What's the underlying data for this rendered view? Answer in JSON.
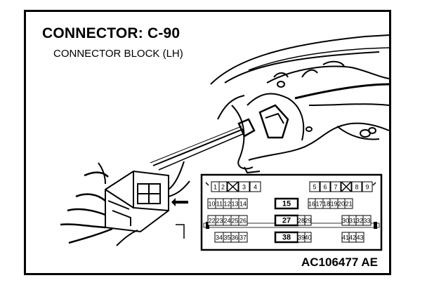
{
  "diagram": {
    "title": "CONNECTOR: C-90",
    "subtitle": "CONNECTOR BLOCK (LH)",
    "figure_code": "AC106477 AE",
    "rows": [
      [
        {
          "label": "1"
        },
        {
          "label": "2"
        },
        {
          "label": "",
          "crossed": true
        },
        {
          "label": "3"
        },
        {
          "label": "4"
        },
        {
          "label": "5"
        },
        {
          "label": "6"
        },
        {
          "label": "7"
        },
        {
          "label": "",
          "crossed": true
        },
        {
          "label": "8"
        },
        {
          "label": "9"
        }
      ],
      [
        {
          "label": "10"
        },
        {
          "label": "11"
        },
        {
          "label": "12"
        },
        {
          "label": "13"
        },
        {
          "label": "14"
        },
        {
          "label": "15"
        },
        {
          "label": "16"
        },
        {
          "label": "17"
        },
        {
          "label": "18"
        },
        {
          "label": "19"
        },
        {
          "label": "20"
        },
        {
          "label": "21"
        }
      ],
      [
        {
          "label": "22"
        },
        {
          "label": "23"
        },
        {
          "label": "24"
        },
        {
          "label": "25"
        },
        {
          "label": "26"
        },
        {
          "label": "27"
        },
        {
          "label": "28"
        },
        {
          "label": "29"
        },
        {
          "label": "30"
        },
        {
          "label": "31"
        },
        {
          "label": "32"
        },
        {
          "label": "33"
        }
      ],
      [
        {
          "label": "34"
        },
        {
          "label": "35"
        },
        {
          "label": "36"
        },
        {
          "label": "37"
        },
        {
          "label": "38"
        },
        {
          "label": "39"
        },
        {
          "label": "40"
        },
        {
          "label": "41"
        },
        {
          "label": "42"
        },
        {
          "label": "43"
        }
      ]
    ]
  }
}
